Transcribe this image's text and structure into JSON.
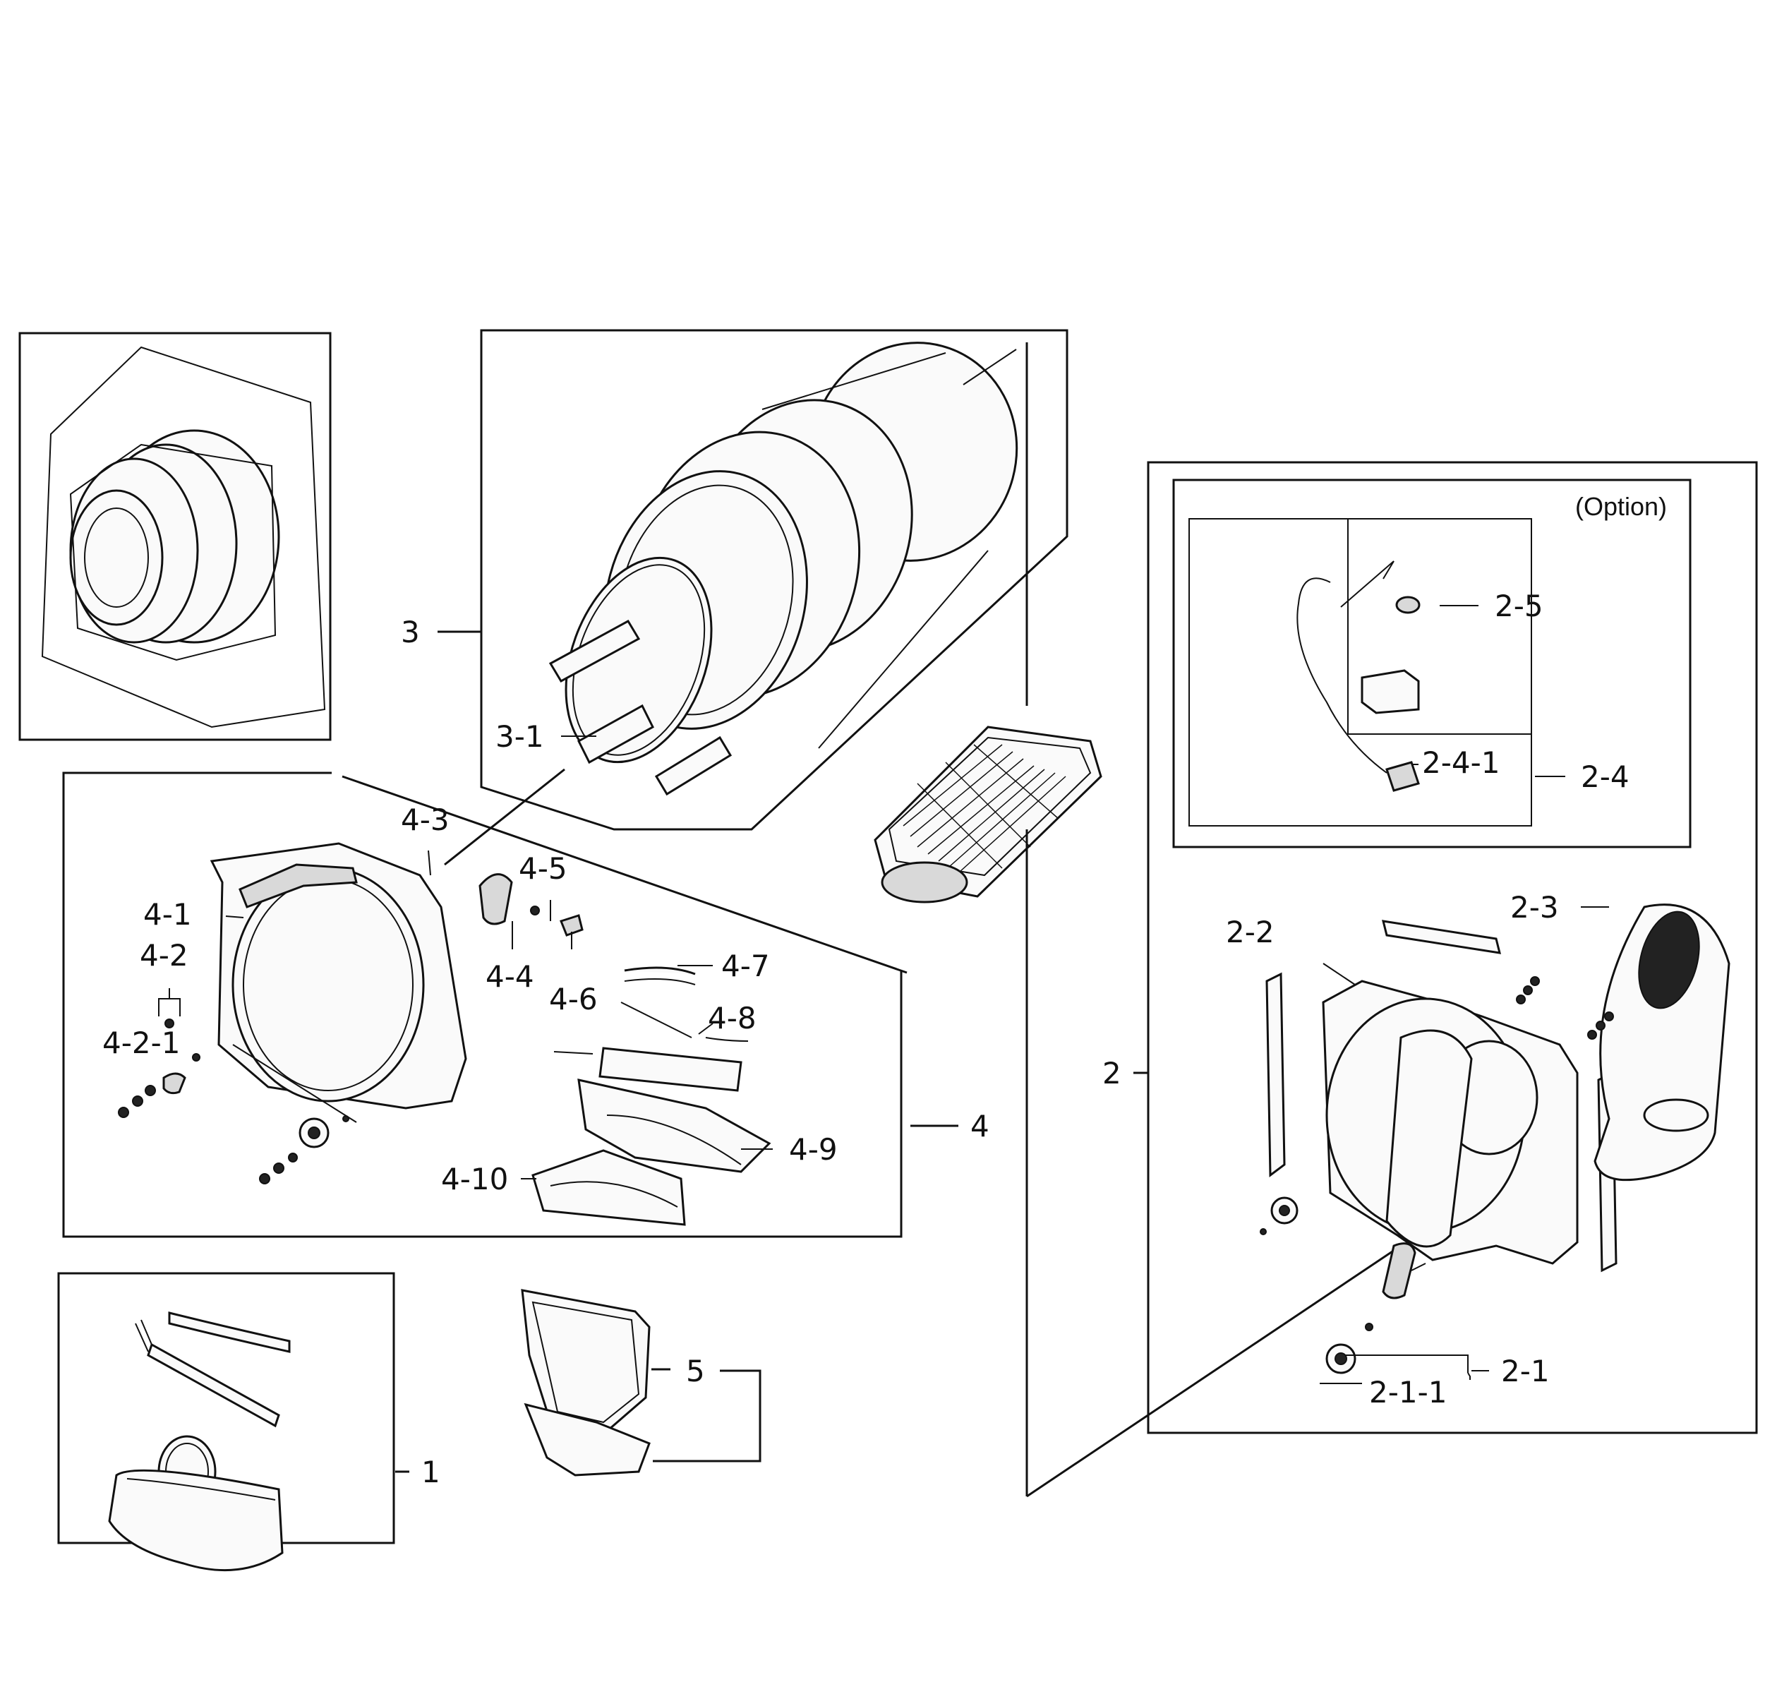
{
  "labels": {
    "l1": "1",
    "l2": "2",
    "l2_1": "2-1",
    "l2_1_1": "2-1-1",
    "l2_2": "2-2",
    "l2_3": "2-3",
    "l2_4": "2-4",
    "l2_4_1": "2-4-1",
    "l2_5": "2-5",
    "l3": "3",
    "l3_1": "3-1",
    "l4": "4",
    "l4_1": "4-1",
    "l4_2": "4-2",
    "l4_2_1": "4-2-1",
    "l4_3": "4-3",
    "l4_4": "4-4",
    "l4_5": "4-5",
    "l4_6": "4-6",
    "l4_7": "4-7",
    "l4_8": "4-8",
    "l4_9": "4-9",
    "l4_10": "4-10",
    "l5": "5"
  },
  "option_label": "(Option)"
}
